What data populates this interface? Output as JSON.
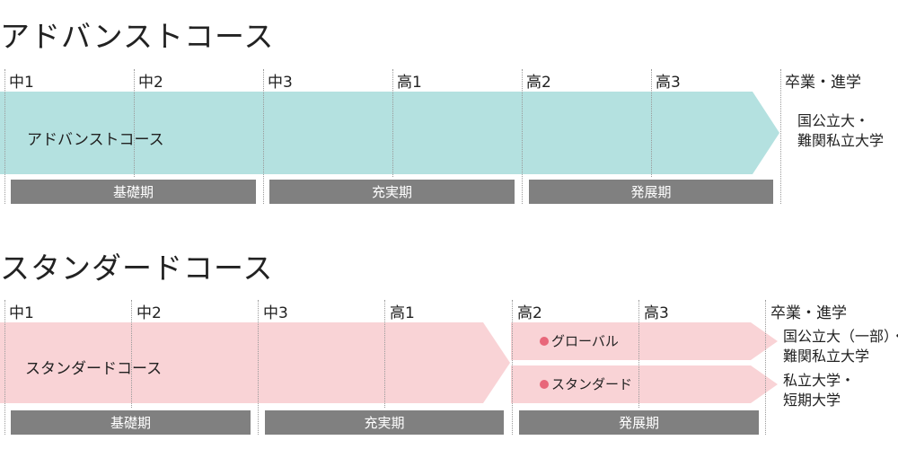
{
  "advanced": {
    "title": "アドバンストコース",
    "grades": [
      "中1",
      "中2",
      "中3",
      "高1",
      "高2",
      "高3"
    ],
    "graduation": "卒業・進学",
    "course_label": "アドバンストコース",
    "destination": [
      "国公立大・",
      "難関私立大学"
    ],
    "phases": [
      "基礎期",
      "充実期",
      "発展期"
    ],
    "arrow_color": "#b4e1e0"
  },
  "standard": {
    "title": "スタンダードコース",
    "grades": [
      "中1",
      "中2",
      "中3",
      "高1",
      "高2",
      "高3"
    ],
    "graduation": "卒業・進学",
    "course_label": "スタンダードコース",
    "tracks": [
      {
        "label": "グローバル",
        "destination": [
          "国公立大（一部）・",
          "難関私立大学"
        ]
      },
      {
        "label": "スタンダード",
        "destination": [
          "私立大学・",
          "短期大学"
        ]
      }
    ],
    "phases": [
      "基礎期",
      "充実期",
      "発展期"
    ],
    "arrow_color": "#f9d3d6",
    "marker_color": "#e8677a"
  }
}
